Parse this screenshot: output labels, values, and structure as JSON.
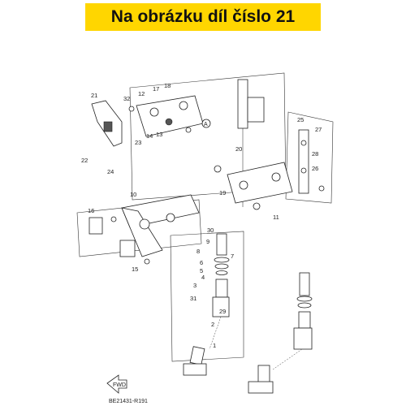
{
  "banner": {
    "title": "Na obrázku díl číslo 21",
    "background": "#ffd600"
  },
  "diagram": {
    "ref_code": "BE21431-R191",
    "fwd_label": "FWD",
    "marker_a": "A",
    "callouts": [
      "1",
      "2",
      "3",
      "4",
      "5",
      "6",
      "7",
      "8",
      "9",
      "10",
      "11",
      "12",
      "13",
      "14",
      "15",
      "16",
      "17",
      "18",
      "19",
      "20",
      "21",
      "22",
      "23",
      "24",
      "25",
      "26",
      "27",
      "28",
      "29",
      "30",
      "31",
      "32"
    ]
  }
}
